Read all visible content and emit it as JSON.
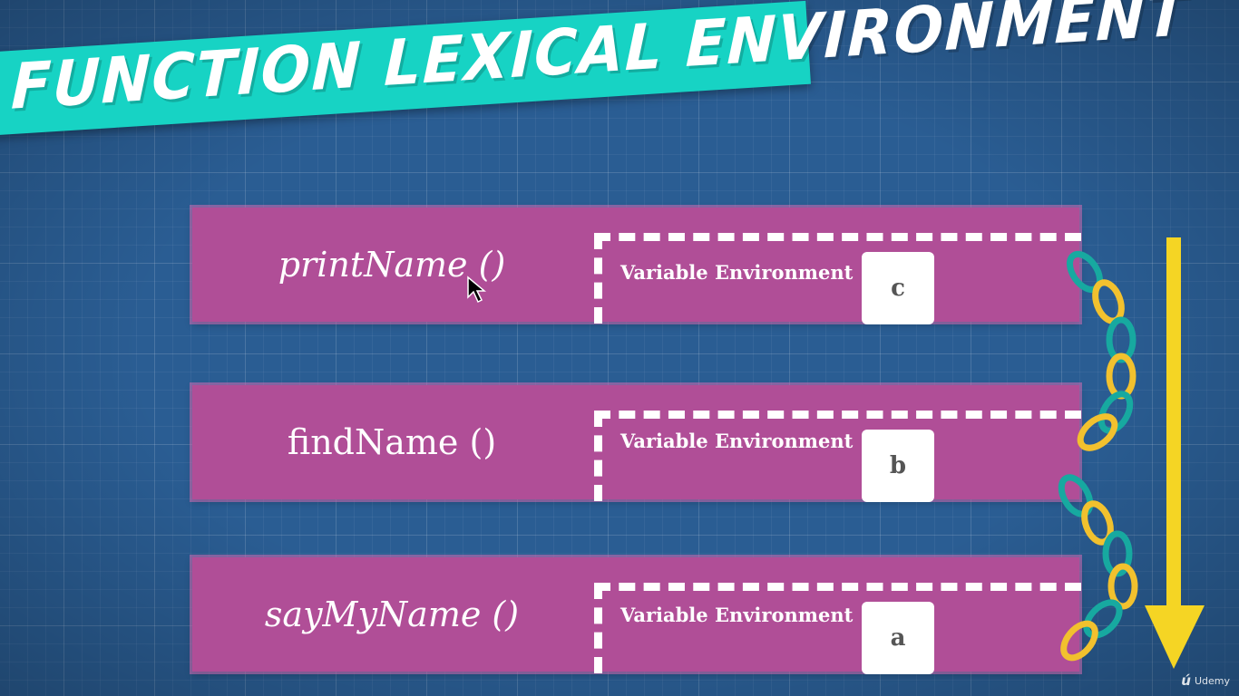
{
  "title": "FUNCTION LEXICAL ENVIRONMENT",
  "environments": [
    {
      "function": "printName ()",
      "italic": true,
      "env_label": "Variable Environment",
      "variable": "c"
    },
    {
      "function": "findName ()",
      "italic": false,
      "env_label": "Variable Environment",
      "variable": "b"
    },
    {
      "function": "sayMyName ()",
      "italic": true,
      "env_label": "Variable Environment",
      "variable": "a"
    }
  ],
  "watermark": "Udemy",
  "colors": {
    "background": "#2a5d93",
    "banner": "#17d3c4",
    "row": "#b04e97",
    "chain_teal": "#17a9a0",
    "chain_yellow": "#f2c12e",
    "arrow": "#f5d524"
  },
  "icons": [
    "scope-chain-links",
    "down-arrow",
    "mouse-cursor",
    "udemy-logo"
  ]
}
